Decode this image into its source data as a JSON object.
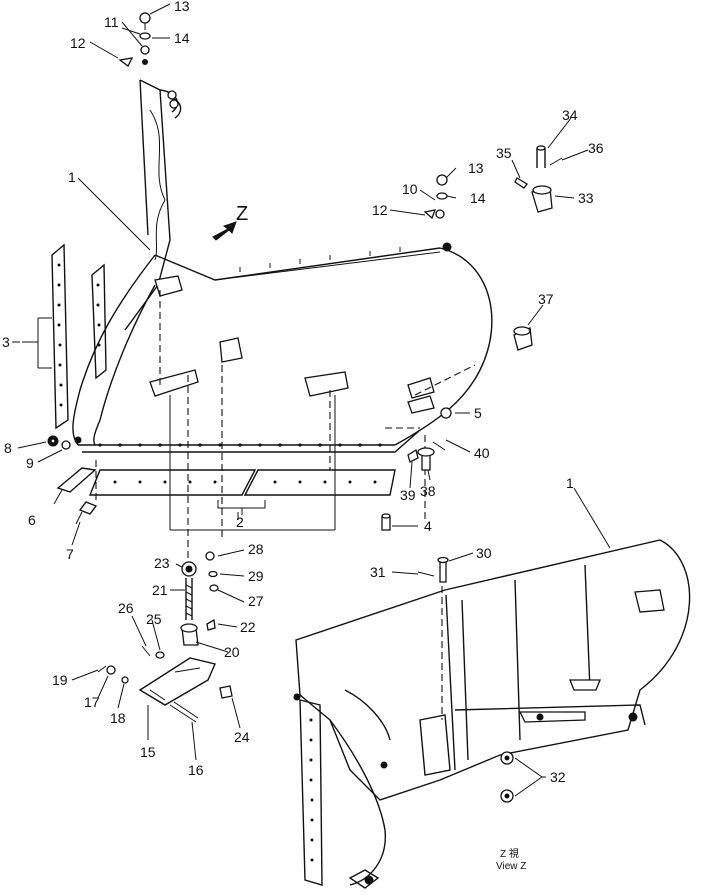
{
  "diagram": {
    "view_marker": "Z",
    "view_caption_top": "Z 視",
    "view_caption_bottom": "View Z",
    "callouts": [
      "1",
      "2",
      "3",
      "4",
      "5",
      "6",
      "7",
      "8",
      "9",
      "10",
      "11",
      "12",
      "13",
      "14",
      "15",
      "16",
      "17",
      "18",
      "19",
      "20",
      "21",
      "22",
      "23",
      "24",
      "25",
      "26",
      "27",
      "28",
      "29",
      "30",
      "31",
      "32",
      "33",
      "34",
      "35",
      "36",
      "37",
      "38",
      "39",
      "40"
    ],
    "callouts_repeated": {
      "1b": "1",
      "12b": "12",
      "13b": "13",
      "14b": "14"
    }
  }
}
